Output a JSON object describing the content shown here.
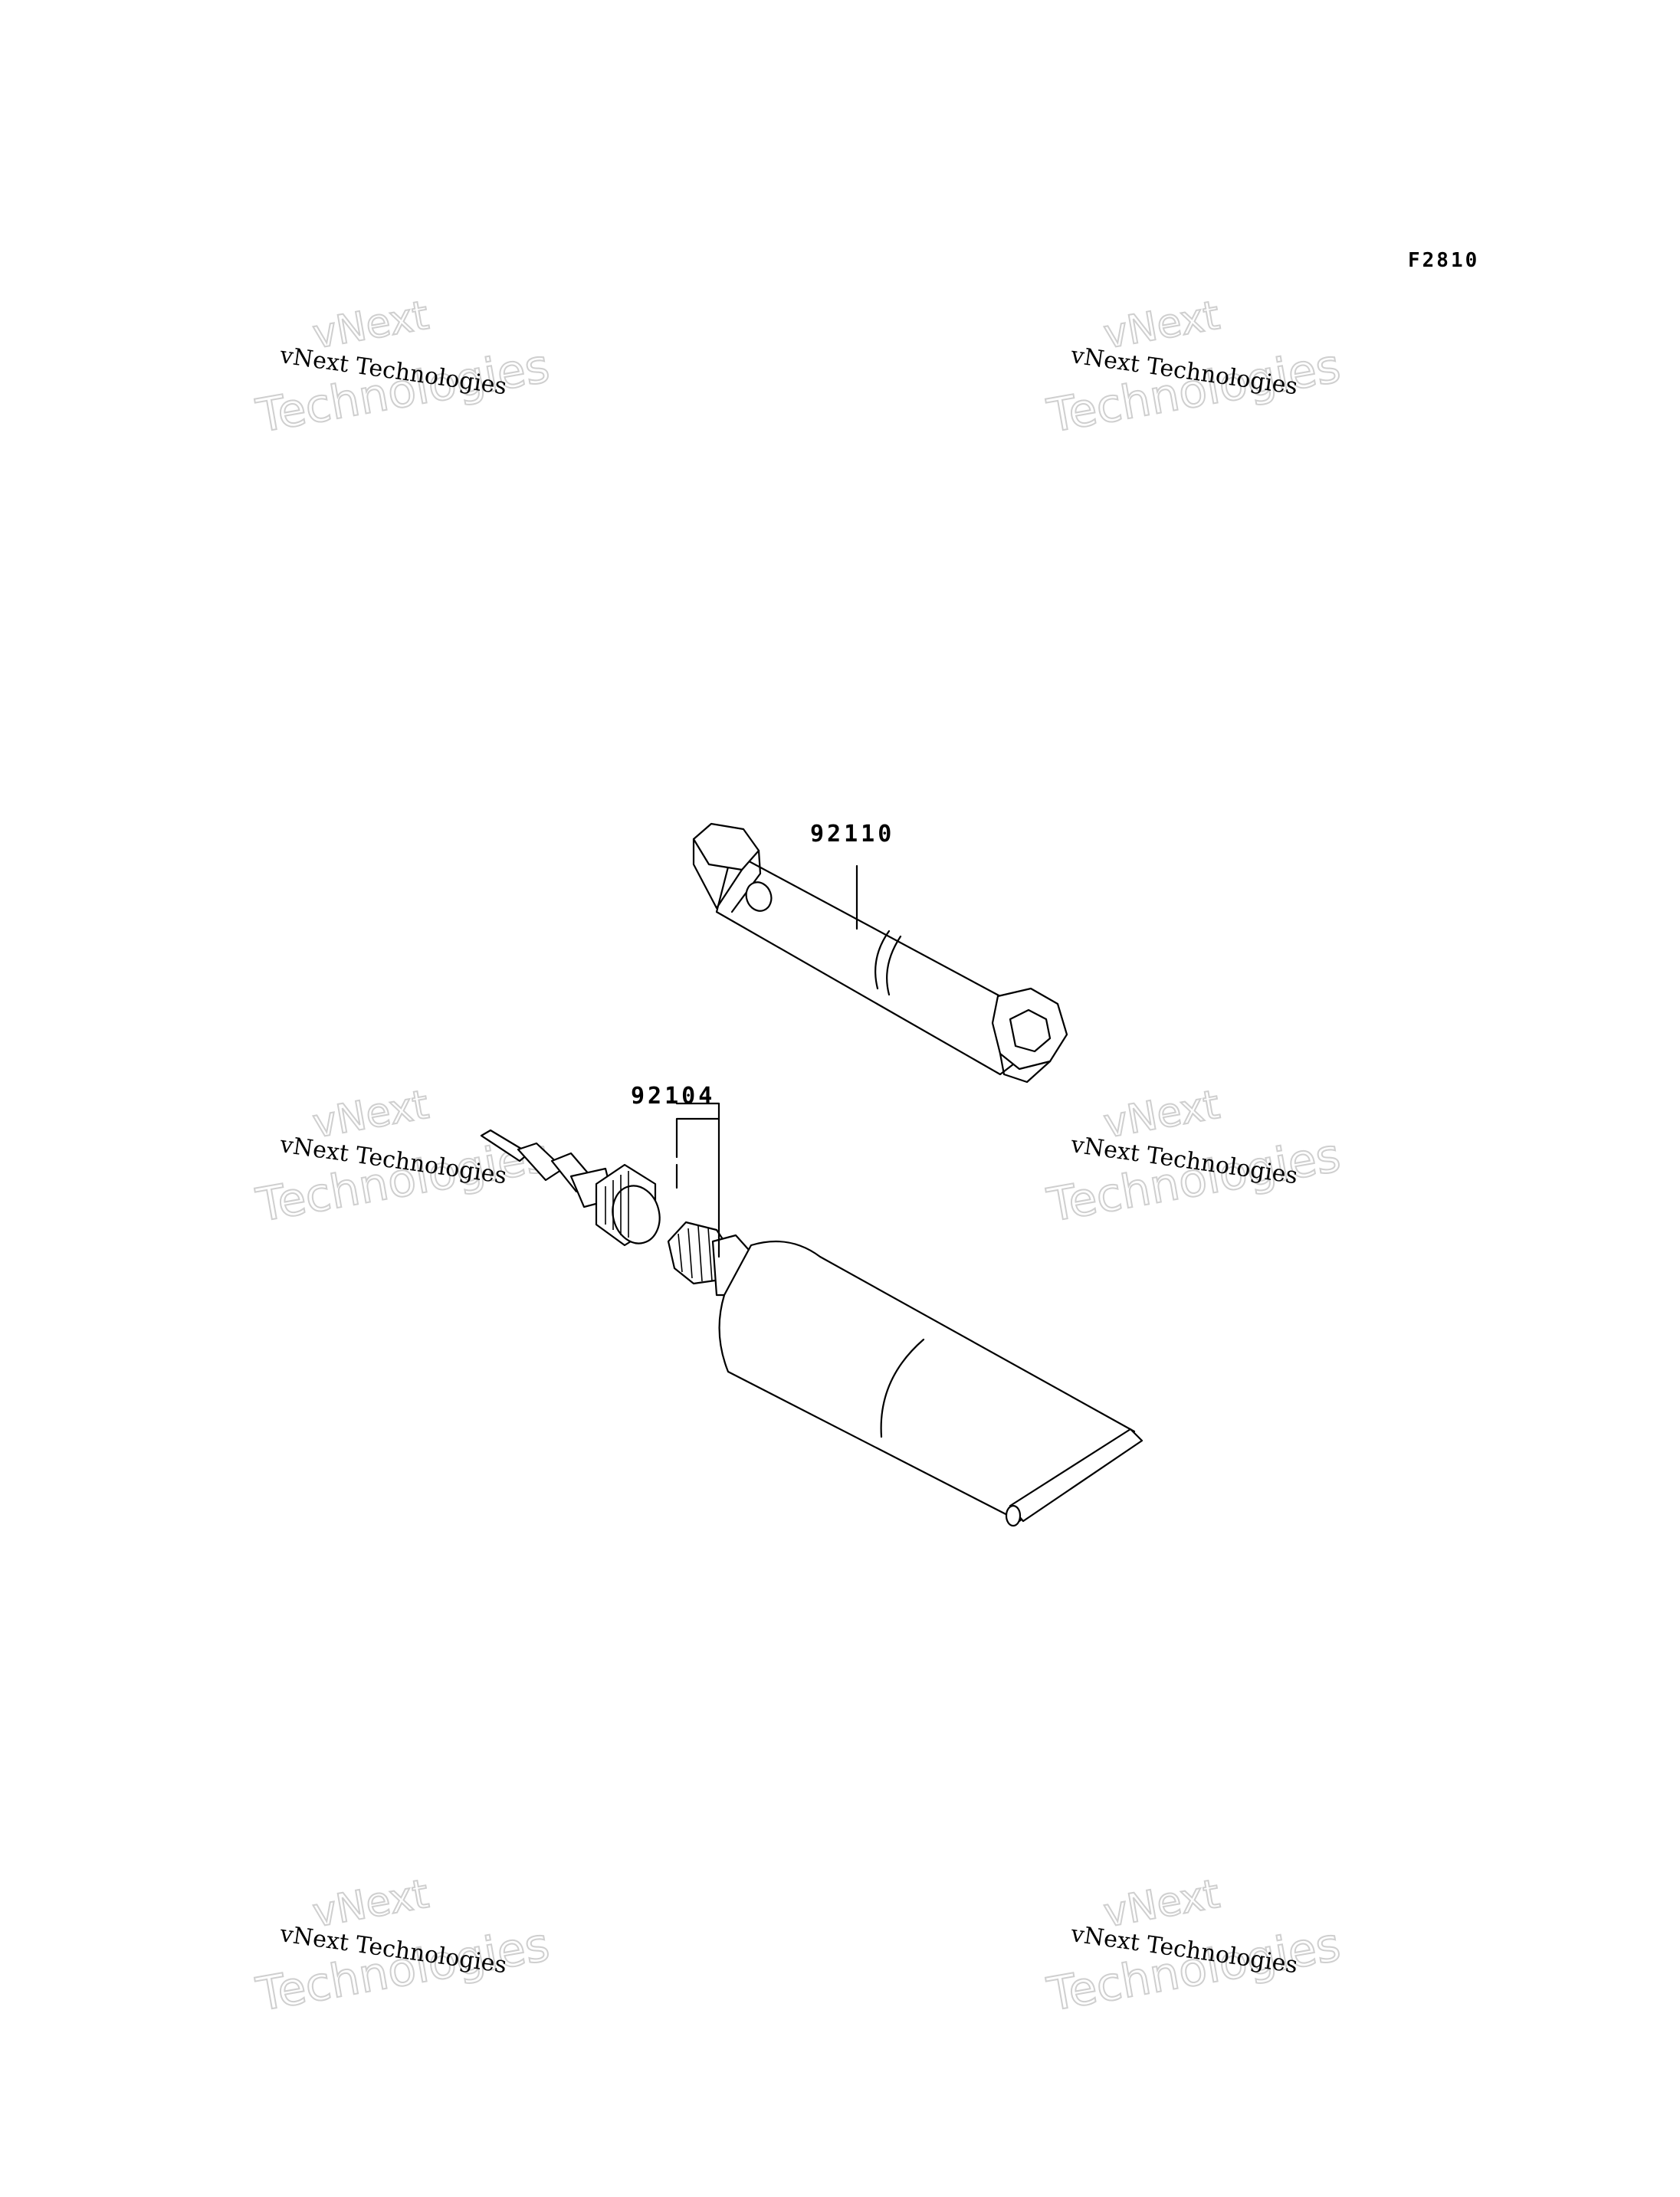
{
  "figure_code": "F2810",
  "parts": [
    {
      "ref": "92110"
    },
    {
      "ref": "92104"
    }
  ],
  "watermark": {
    "line1": "vNext",
    "line2": "vNext Technologies",
    "line3": "Technologies"
  },
  "colors": {
    "ink": "#000000",
    "watermark_outline": "#cfcfcf"
  }
}
